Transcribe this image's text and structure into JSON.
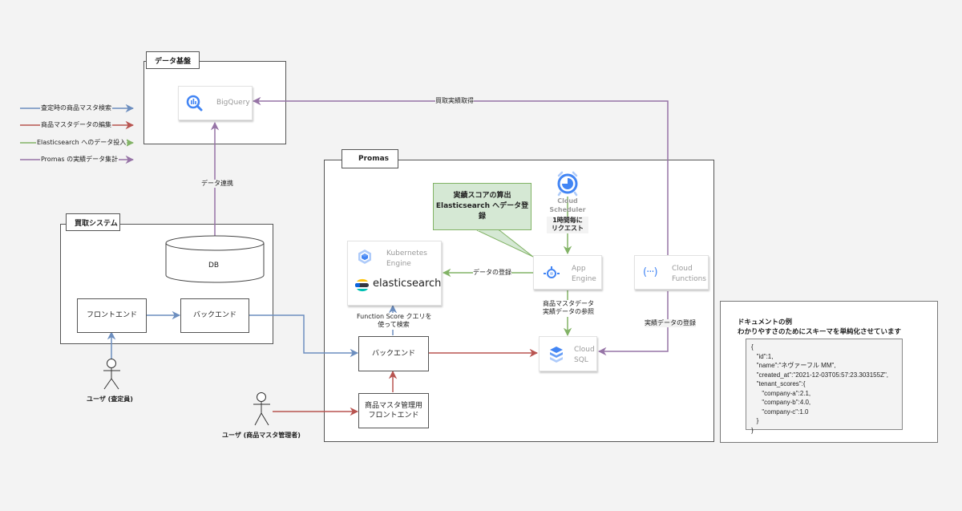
{
  "colors": {
    "blue": "#6c8ebf",
    "red": "#b85450",
    "green": "#82b366",
    "purple": "#9673a6",
    "gcp_blue": "#4285f4"
  },
  "legend": [
    {
      "label": "査定時の商品マスタ検索",
      "color": "blue"
    },
    {
      "label": "商品マスタデータの編集",
      "color": "red"
    },
    {
      "label": "Elasticsearch へのデータ投入",
      "color": "green"
    },
    {
      "label": "Promas の実績データ集計",
      "color": "purple"
    }
  ],
  "groups": {
    "data_platform": {
      "title": "データ基盤"
    },
    "purchase_system": {
      "title": "買取システム"
    },
    "promas": {
      "title": "Promas"
    }
  },
  "nodes": {
    "bigquery": {
      "label": "BigQuery",
      "icon": "bigquery-icon"
    },
    "db": {
      "label": "DB"
    },
    "purchase_frontend": {
      "label": "フロントエンド"
    },
    "purchase_backend": {
      "label": "バックエンド"
    },
    "kubernetes": {
      "label_line1": "Kubernetes",
      "label_line2": "Engine",
      "icon": "kubernetes-engine-icon"
    },
    "elasticsearch": {
      "label": "elasticsearch",
      "icon": "elasticsearch-logo-icon"
    },
    "cloud_scheduler": {
      "label_line1": "Cloud",
      "label_line2": "Scheduler",
      "icon": "cloud-scheduler-icon"
    },
    "app_engine": {
      "label_line1": "App",
      "label_line2": "Engine",
      "icon": "app-engine-icon"
    },
    "cloud_functions": {
      "label_line1": "Cloud",
      "label_line2": "Functions",
      "icon": "cloud-functions-icon"
    },
    "promas_backend": {
      "label": "バックエンド"
    },
    "master_frontend": {
      "label_line1": "商品マスタ管理用",
      "label_line2": "フロントエンド"
    },
    "cloud_sql": {
      "label_line1": "Cloud",
      "label_line2": "SQL",
      "icon": "cloud-sql-icon"
    }
  },
  "actors": {
    "appraiser": {
      "label": "ユーザ (査定員)"
    },
    "master_admin": {
      "label": "ユーザ (商品マスタ管理者)"
    }
  },
  "edge_labels": {
    "purchase_results": "買取実績取得",
    "data_link": "データ連携",
    "hourly_request_1": "1時間毎に",
    "hourly_request_2": "リクエスト",
    "data_register": "データの登録",
    "function_score_1": "Function Score クエリを",
    "function_score_2": "使って検索",
    "master_ref_1": "商品マスタデータ",
    "master_ref_2": "実績データの参照",
    "results_register": "実績データの登録"
  },
  "callout": {
    "line1": "実績スコアの算出",
    "line2": "Elasticsearch へデータ登録"
  },
  "document_example": {
    "title_line1": "ドキュメントの例",
    "title_line2": "わかりやすさのためにスキーマを単純化させています",
    "json": "{\n   \"id\":1,\n   \"name\":\"ネヴァーフル MM\",\n   \"created_at\":\"2021-12-03T05:57:23.303155Z\",\n   \"tenant_scores\":{\n      \"company-a\":2.1,\n      \"company-b\":4.0,\n      \"company-c\":1.0\n   }\n}"
  }
}
